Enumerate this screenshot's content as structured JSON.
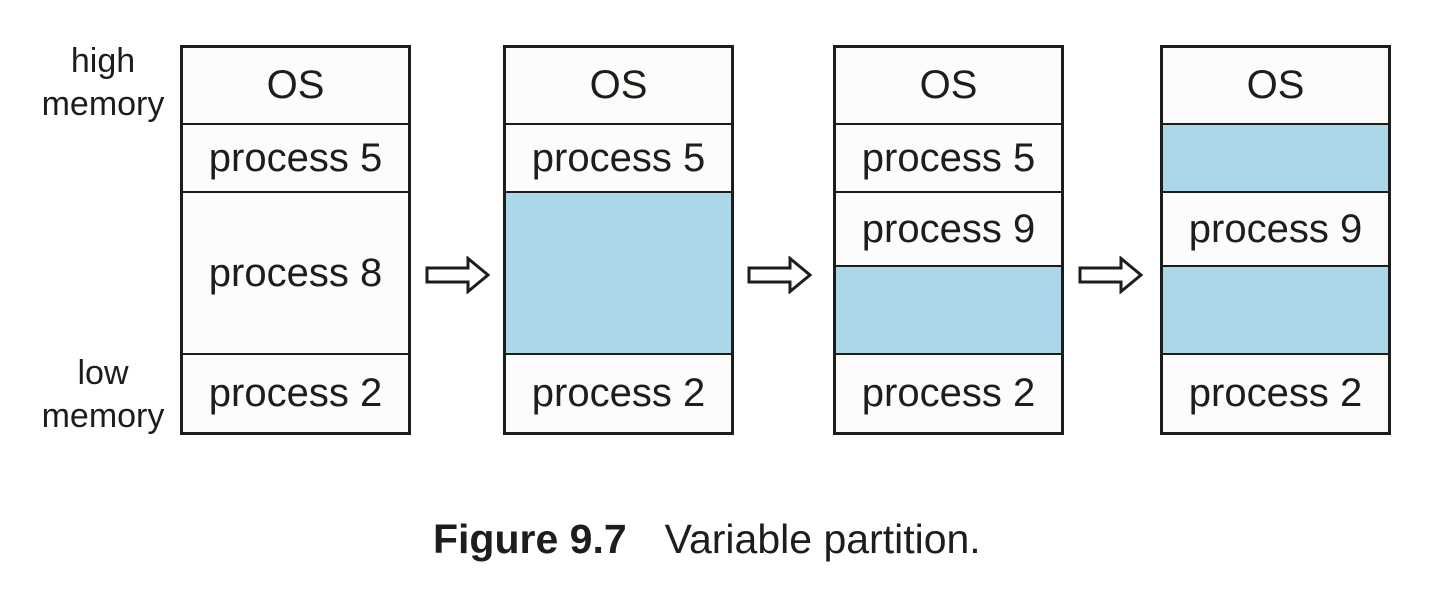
{
  "colors": {
    "line": "#1d1d1b",
    "segment_fill": "#fcfcfa",
    "free_block_fill": "#aad8e8"
  },
  "side_labels": {
    "high_line1": "high",
    "high_line2": "memory",
    "low_line1": "low",
    "low_line2": "memory"
  },
  "columns": [
    {
      "name": "state-1",
      "segments": [
        {
          "label": "OS",
          "free": false,
          "h": 75
        },
        {
          "label": "process 5",
          "free": false,
          "h": 68
        },
        {
          "label": "process 8",
          "free": false,
          "h": 162
        },
        {
          "label": "process 2",
          "free": false,
          "h": 79
        }
      ]
    },
    {
      "name": "state-2",
      "segments": [
        {
          "label": "OS",
          "free": false,
          "h": 75
        },
        {
          "label": "process 5",
          "free": false,
          "h": 68
        },
        {
          "label": "",
          "free": true,
          "h": 162
        },
        {
          "label": "process 2",
          "free": false,
          "h": 79
        }
      ]
    },
    {
      "name": "state-3",
      "segments": [
        {
          "label": "OS",
          "free": false,
          "h": 75
        },
        {
          "label": "process 5",
          "free": false,
          "h": 68
        },
        {
          "label": "process 9",
          "free": false,
          "h": 74
        },
        {
          "label": "",
          "free": true,
          "h": 88
        },
        {
          "label": "process 2",
          "free": false,
          "h": 79
        }
      ]
    },
    {
      "name": "state-4",
      "segments": [
        {
          "label": "OS",
          "free": false,
          "h": 75
        },
        {
          "label": "",
          "free": true,
          "h": 68
        },
        {
          "label": "process 9",
          "free": false,
          "h": 74
        },
        {
          "label": "",
          "free": true,
          "h": 88
        },
        {
          "label": "process 2",
          "free": false,
          "h": 79
        }
      ]
    }
  ],
  "arrows": [
    {
      "icon": "right-arrow-icon"
    },
    {
      "icon": "right-arrow-icon"
    },
    {
      "icon": "right-arrow-icon"
    }
  ],
  "caption": {
    "label": "Figure 9.7",
    "text": "Variable partition."
  }
}
